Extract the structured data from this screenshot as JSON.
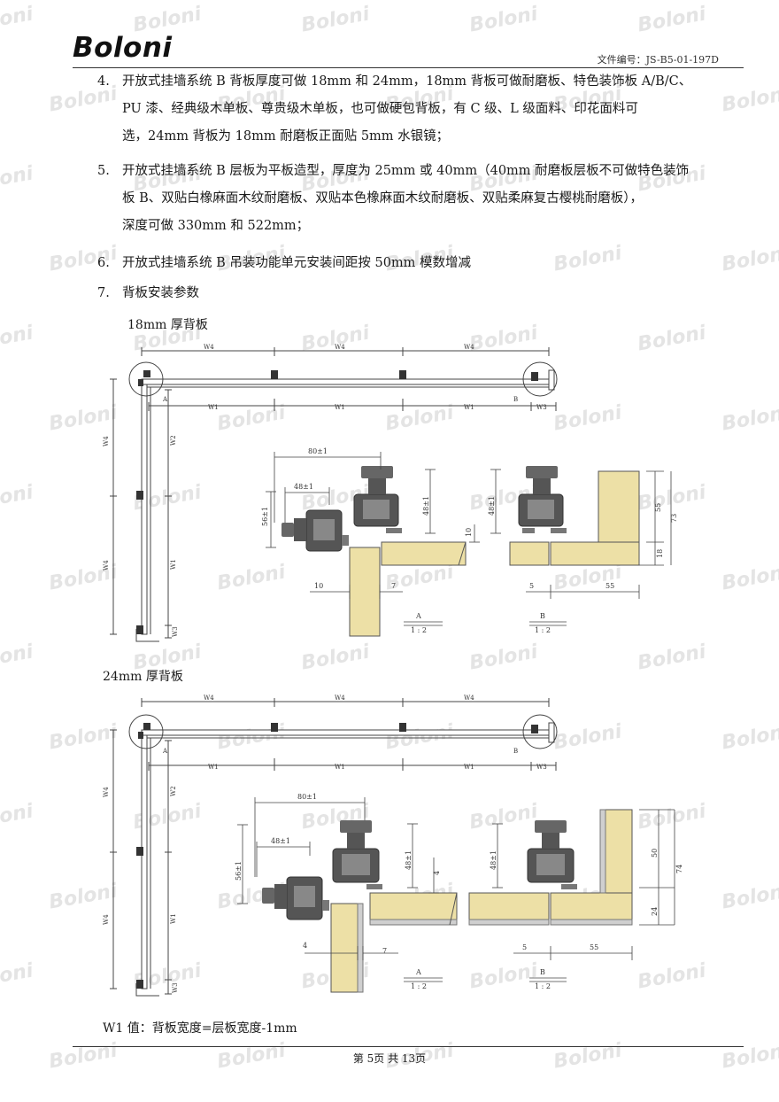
{
  "header": {
    "logo": "Boloni",
    "doc_number": "文件编号：JS-B5-01-197D"
  },
  "watermark": "Boloni",
  "items": [
    {
      "num": "4.",
      "lines": [
        "开放式挂墙系统 B 背板厚度可做 18mm 和 24mm，18mm 背板可做耐磨板、特色装饰板 A/B/C、",
        "PU 漆、经典级木单板、尊贵级木单板，也可做硬包背板，有 C 级、L 级面料、印花面料可",
        "选，24mm 背板为 18mm 耐磨板正面贴 5mm 水银镜；"
      ]
    },
    {
      "num": "5.",
      "lines": [
        "开放式挂墙系统 B 层板为平板造型，厚度为 25mm 或 40mm（40mm 耐磨板层板不可做特色装饰",
        "板 B、双贴白橡麻面木纹耐磨板、双贴本色橡麻面木纹耐磨板、双贴柔麻复古樱桃耐磨板），",
        "深度可做 330mm 和 522mm；"
      ]
    },
    {
      "num": "6.",
      "lines": [
        "开放式挂墙系统 B 吊装功能单元安装间距按 50mm 模数增减"
      ]
    },
    {
      "num": "7.",
      "lines": [
        "背板安装参数"
      ]
    }
  ],
  "sections": {
    "s18": "18mm 厚背板",
    "s24": "24mm 厚背板"
  },
  "drawing18": {
    "w4": "W4",
    "w1": "W1",
    "w2": "W2",
    "w3": "W3",
    "a": "A",
    "b": "B",
    "d80": "80±1",
    "d48h": "48±1",
    "d56": "56±1",
    "d48v": "48±1",
    "d48v2": "48±1",
    "d10v": "10",
    "d10": "10",
    "d7": "7",
    "d55v": "55",
    "d73": "73",
    "d18": "18",
    "d5": "5",
    "d55": "55",
    "secA": "A",
    "scaleA": "1 : 2",
    "secB": "B",
    "scaleB": "1 : 2"
  },
  "drawing24": {
    "w4": "W4",
    "w1": "W1",
    "w2": "W2",
    "w3": "W3",
    "a": "A",
    "b": "B",
    "d80": "80±1",
    "d48h": "48±1",
    "d56": "56±1",
    "d48v": "48±1",
    "d48v2": "48±1",
    "d4v": "4",
    "d4": "4",
    "d7": "7",
    "d50": "50",
    "d74": "74",
    "d24": "24",
    "d5": "5",
    "d55": "55",
    "secA": "A",
    "scaleA": "1 : 2",
    "secB": "B",
    "scaleB": "1 : 2"
  },
  "note": "W1 值：背板宽度=层板宽度-1mm",
  "footer": {
    "page": "第 5页  共 13页"
  }
}
